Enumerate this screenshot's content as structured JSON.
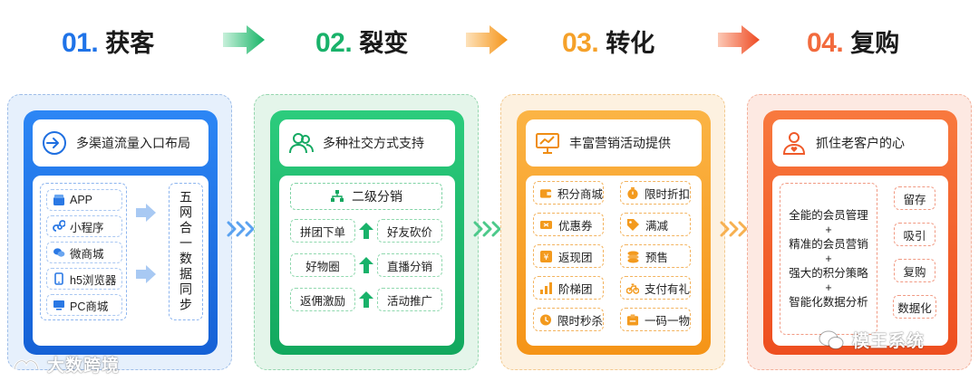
{
  "steps": [
    {
      "num": "01.",
      "name": "获客",
      "color": "#1f73e8"
    },
    {
      "num": "02.",
      "name": "裂变",
      "color": "#19b26a"
    },
    {
      "num": "03.",
      "name": "转化",
      "color": "#f5a12a"
    },
    {
      "num": "04.",
      "name": "复购",
      "color": "#f26a3d"
    }
  ],
  "acquire": {
    "title": "多渠道流量入口布局",
    "channels": [
      "APP",
      "小程序",
      "微商城",
      "h5浏览器",
      "PC商城"
    ],
    "result": "五网合一数据同步"
  },
  "fission": {
    "title": "多种社交方式支持",
    "top": "二级分销",
    "left": [
      "拼团下单",
      "好物圈",
      "返佣激励"
    ],
    "right": [
      "好友砍价",
      "直播分销",
      "活动推广"
    ]
  },
  "convert": {
    "title": "丰富营销活动提供",
    "left": [
      "积分商城",
      "优惠券",
      "返现团",
      "阶梯团",
      "限时秒杀"
    ],
    "right": [
      "限时折扣",
      "满减",
      "预售",
      "支付有礼",
      "一码一物"
    ]
  },
  "repurchase": {
    "title": "抓住老客户的心",
    "lines": [
      "全能的会员管理",
      "+",
      "精准的会员营销",
      "+",
      "强大的积分策略",
      "+",
      "智能化数据分析"
    ],
    "tags": [
      "留存",
      "吸引",
      "复购",
      "数据化"
    ]
  },
  "watermarks": {
    "left": "大数跨境",
    "right": "模王系统"
  }
}
